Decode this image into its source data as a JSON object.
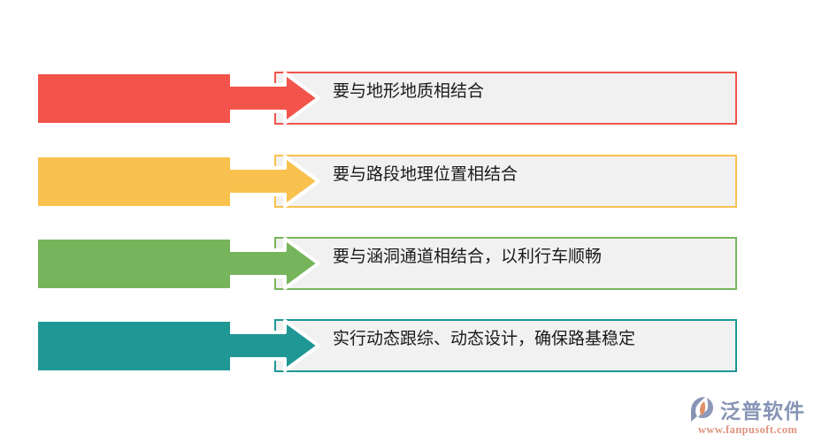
{
  "diagram": {
    "rows": [
      {
        "label": "要与地形地质相结合",
        "color": "#F2544B"
      },
      {
        "label": "要与路段地理位置相结合",
        "color": "#F9C24E"
      },
      {
        "label": "要与涵洞通道相结合，以利行车顺畅",
        "color": "#76B55B"
      },
      {
        "label": "实行动态跟综、动态设计，确保路基稳定",
        "color": "#1F9795"
      }
    ],
    "box_background": "#F1F1F1",
    "text_color": "#1A1A1A"
  },
  "watermark": {
    "brand": "泛普软件",
    "url": "www.fanpusoft.com",
    "brand_color": "#8794B5",
    "url_color": "#E0937E",
    "icon": "fanpu-swirl-icon",
    "icon_primary_color": "#8794B5",
    "icon_accent_color": "#E08F66"
  }
}
